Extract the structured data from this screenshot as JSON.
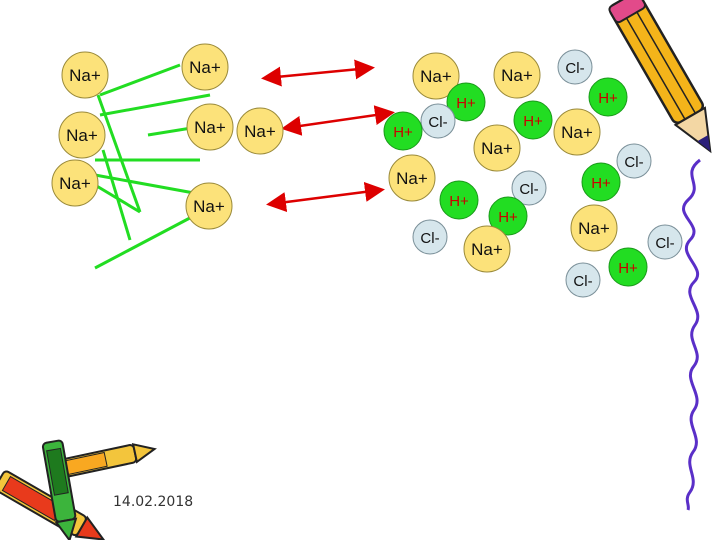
{
  "date": "14.02.2018",
  "colors": {
    "na_fill": "#fce27a",
    "na_stroke": "#9a8a3a",
    "h_fill": "#22dd22",
    "h_text": "#cc0000",
    "cl_fill": "#d6e6ec",
    "cl_stroke": "#7a8f98",
    "resin": "#22dd22",
    "arrow": "#dd0000",
    "squiggle": "#5a2fc8"
  },
  "labels": {
    "na": "Na+",
    "h": "H+",
    "cl": "Cl-"
  },
  "icons": [
    "pencil-icon",
    "crayons-icon"
  ]
}
